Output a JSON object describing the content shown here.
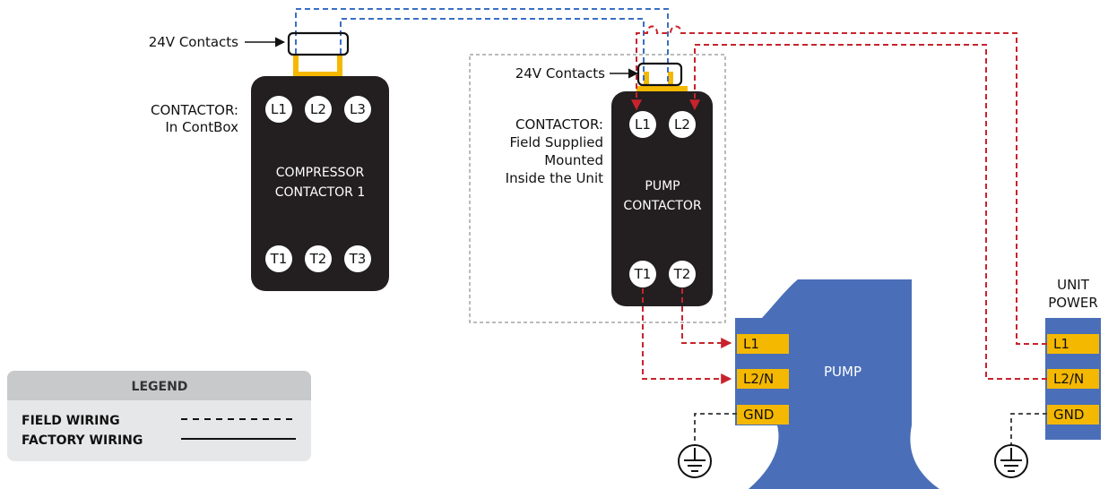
{
  "colors": {
    "contactor_body": "#231f20",
    "terminal_fill": "#ffffff",
    "contact_tab": "#f5b800",
    "control_wire": "#3a6fc4",
    "power_wire": "#c8232c",
    "pump": "#4a6fb8",
    "terminal_block": "#f5b800",
    "legend_bg": "#e6e7e8",
    "legend_header": "#c8c9cb"
  },
  "compressor_contactor": {
    "contacts_label": "24V Contacts",
    "caption_line1": "CONTACTOR:",
    "caption_line2": "In ContBox",
    "name_line1": "COMPRESSOR",
    "name_line2": "CONTACTOR 1",
    "line_terminals": [
      "L1",
      "L2",
      "L3"
    ],
    "load_terminals": [
      "T1",
      "T2",
      "T3"
    ]
  },
  "pump_contactor": {
    "contacts_label": "24V Contacts",
    "caption_line1": "CONTACTOR:",
    "caption_line2": "Field Supplied",
    "caption_line3": "Mounted",
    "caption_line4": "Inside the Unit",
    "name_line1": "PUMP",
    "name_line2": "CONTACTOR",
    "line_terminals": [
      "L1",
      "L2"
    ],
    "load_terminals": [
      "T1",
      "T2"
    ]
  },
  "pump": {
    "label": "PUMP",
    "terminals": [
      "L1",
      "L2/N",
      "GND"
    ],
    "ground_icon": "ground-symbol"
  },
  "unit_power": {
    "title_line1": "UNIT",
    "title_line2": "POWER",
    "terminals": [
      "L1",
      "L2/N",
      "GND"
    ],
    "ground_icon": "ground-symbol"
  },
  "legend": {
    "title": "LEGEND",
    "field_wiring": "FIELD WIRING",
    "factory_wiring": "FACTORY WIRING"
  }
}
